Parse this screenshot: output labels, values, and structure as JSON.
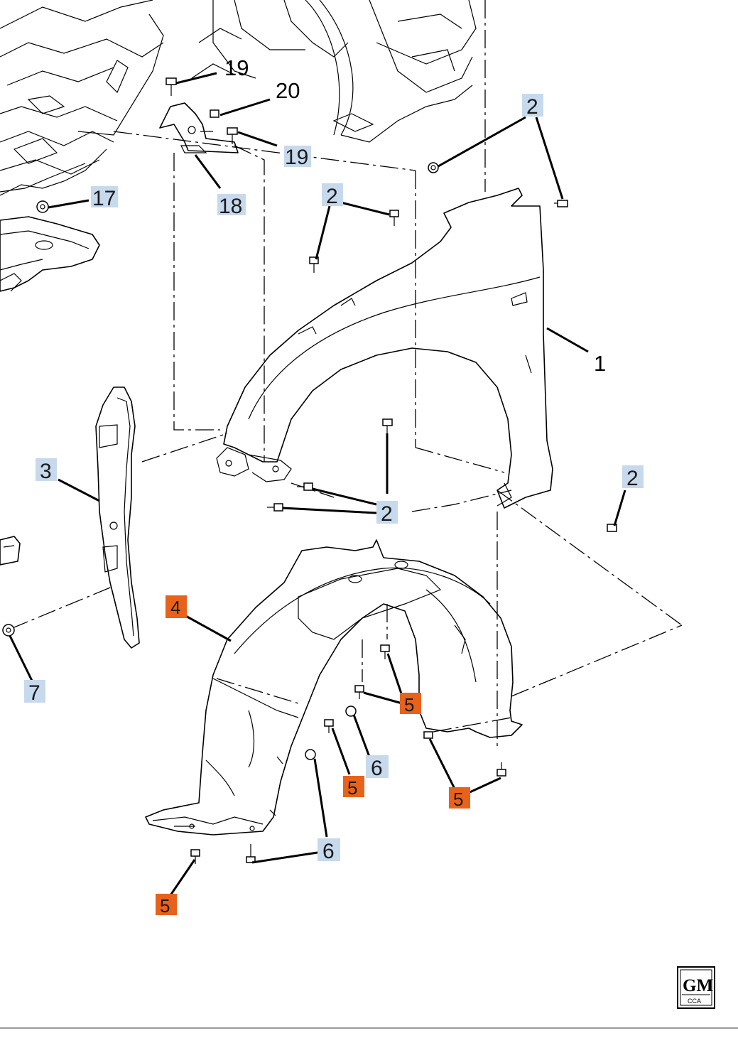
{
  "callouts": {
    "c1": "1",
    "c2": "2",
    "c3": "3",
    "c4": "4",
    "c5": "5",
    "c6": "6",
    "c7": "7",
    "c17": "17",
    "c18": "18",
    "c19": "19",
    "c20": "20"
  },
  "logo": {
    "mark": "GM",
    "sub": "CCA"
  },
  "colors": {
    "highlight_blue": "#c7d9ec",
    "highlight_orange": "#e8621b",
    "line": "#000000"
  }
}
